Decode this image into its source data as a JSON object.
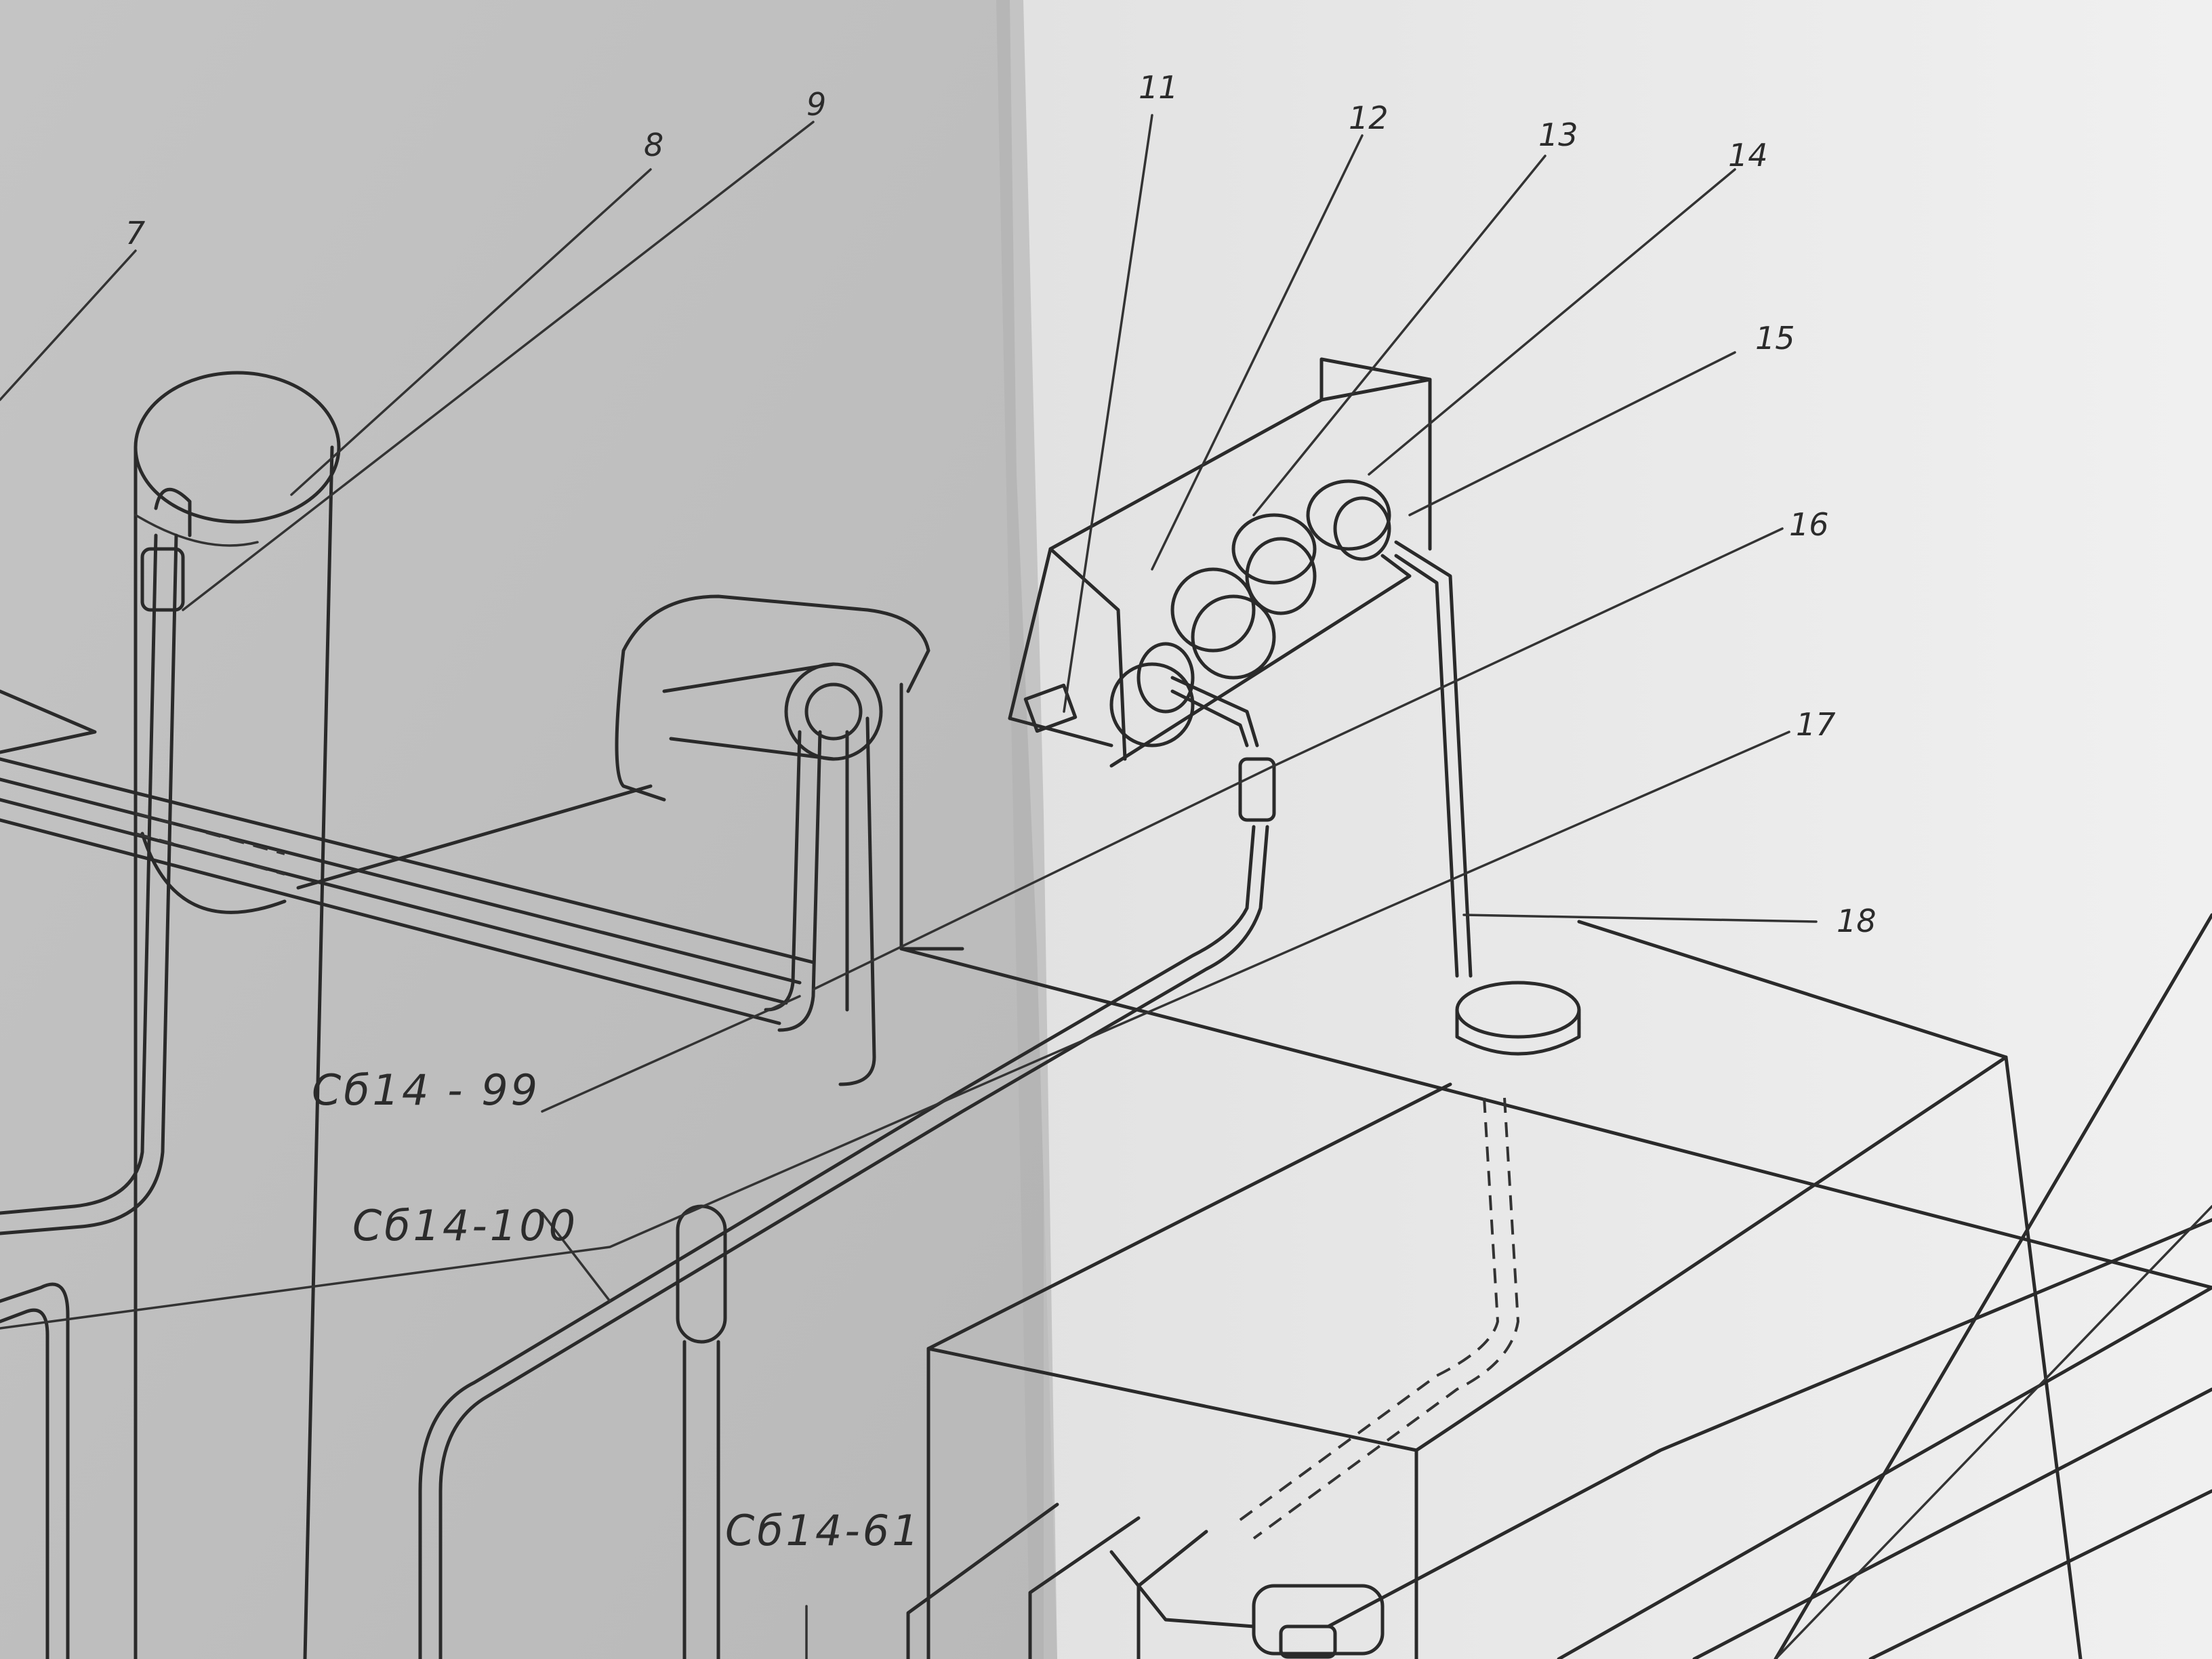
{
  "callouts": [
    {
      "id": "callout-7",
      "text": "7"
    },
    {
      "id": "callout-8",
      "text": "8"
    },
    {
      "id": "callout-9",
      "text": "9"
    },
    {
      "id": "callout-11",
      "text": "11"
    },
    {
      "id": "callout-12",
      "text": "12"
    },
    {
      "id": "callout-13",
      "text": "13"
    },
    {
      "id": "callout-14",
      "text": "14"
    },
    {
      "id": "callout-15",
      "text": "15"
    },
    {
      "id": "callout-16",
      "text": "16"
    },
    {
      "id": "callout-17",
      "text": "17"
    },
    {
      "id": "callout-18",
      "text": "18"
    }
  ],
  "part_codes": [
    {
      "id": "code-99",
      "text": "Сб14 - 99"
    },
    {
      "id": "code-100",
      "text": "Сб14-100"
    },
    {
      "id": "code-61",
      "text": "Сб14-61"
    }
  ],
  "colors": {
    "paper_left": "#c9c9c9",
    "paper_right": "#ececec",
    "ink": "#2a2a2a"
  }
}
